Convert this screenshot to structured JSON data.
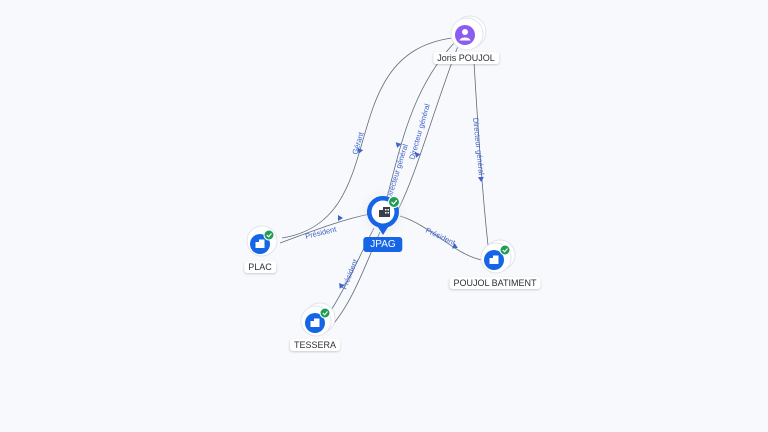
{
  "graph": {
    "nodes": {
      "joris": {
        "label": "Joris POUJOL",
        "type": "person",
        "icon": "person-icon",
        "color": "#8c5cf0"
      },
      "jpag": {
        "label": "JPAG",
        "type": "company",
        "icon": "building-icon",
        "color": "#1565e6",
        "status": "active"
      },
      "plac": {
        "label": "PLAC",
        "type": "company",
        "icon": "building-icon",
        "color": "#1565e6",
        "status": "active"
      },
      "tessera": {
        "label": "TESSERA",
        "type": "company",
        "icon": "building-icon",
        "color": "#1565e6",
        "status": "active"
      },
      "poujol_batiment": {
        "label": "POUJOL BATIMENT",
        "type": "company",
        "icon": "building-icon",
        "color": "#1565e6",
        "status": "active"
      }
    },
    "edges": {
      "joris_plac": "Gérant",
      "joris_jpag_1": "Directeur général",
      "joris_jpag_2": "Directeur général",
      "joris_poujol": "Directeur général",
      "jpag_plac": "Président",
      "jpag_tessera": "Président",
      "jpag_poujol": "Président"
    },
    "colors": {
      "edge": "#5f6b7a",
      "edge_label": "#3d63c9",
      "check": "#1f9d55",
      "background": "#f8f9fc"
    }
  }
}
